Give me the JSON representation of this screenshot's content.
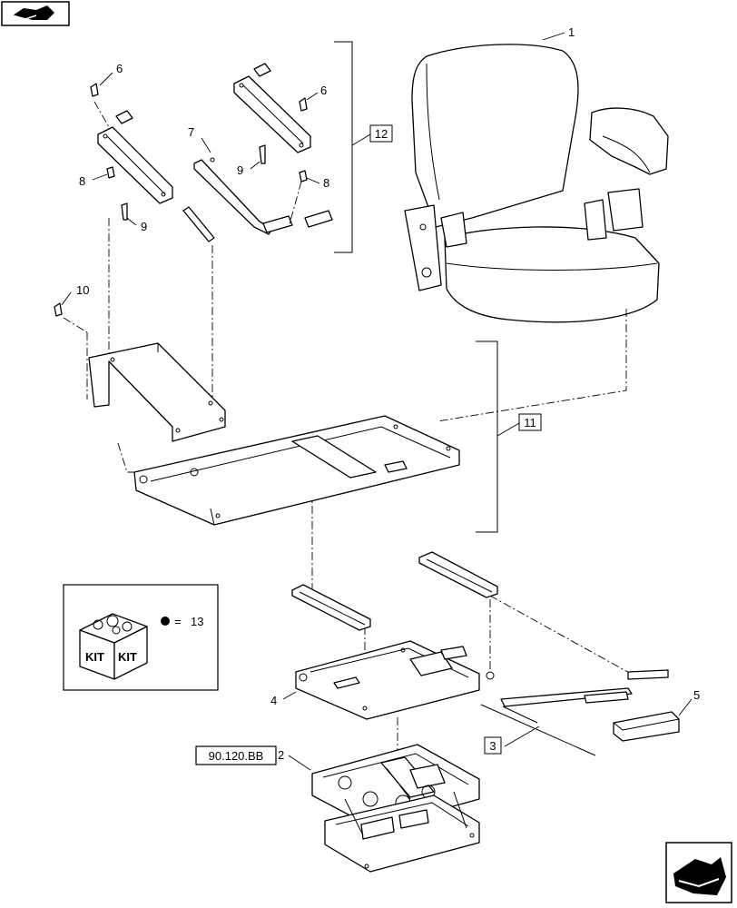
{
  "nav": {
    "top_icon": "book-arrow-icon",
    "bottom_icon": "next-page-arrow-icon"
  },
  "callouts": {
    "c1": "1",
    "c2": "2",
    "c3": "3",
    "c4": "4",
    "c5": "5",
    "c6a": "6",
    "c6b": "6",
    "c7": "7",
    "c8a": "8",
    "c8b": "8",
    "c9a": "9",
    "c9b": "9",
    "c10": "10",
    "c11": "11",
    "c12": "12"
  },
  "reference": {
    "label": "90.120.BB"
  },
  "kit": {
    "word_left": "KIT",
    "word_right": "KIT",
    "equals": "=",
    "number": "13"
  }
}
